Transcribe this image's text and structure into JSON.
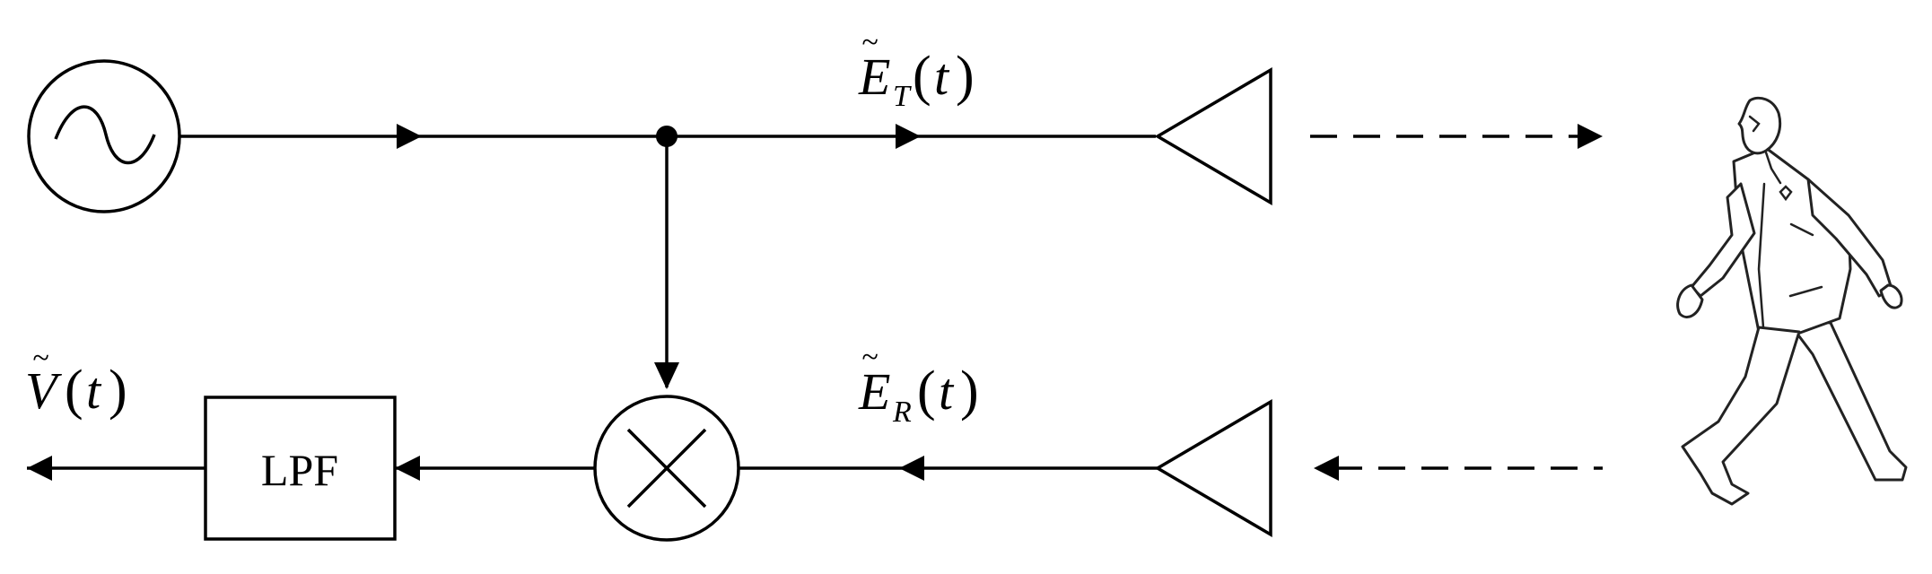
{
  "signals": {
    "transmitted": {
      "symbol": "E",
      "accent": "~",
      "subscript": "T",
      "argument": "t"
    },
    "received": {
      "symbol": "E",
      "accent": "~",
      "subscript": "R",
      "argument": "t"
    },
    "output": {
      "symbol": "V",
      "accent": "~",
      "argument": "t"
    }
  },
  "blocks": {
    "lpf": {
      "label": "LPF"
    }
  }
}
